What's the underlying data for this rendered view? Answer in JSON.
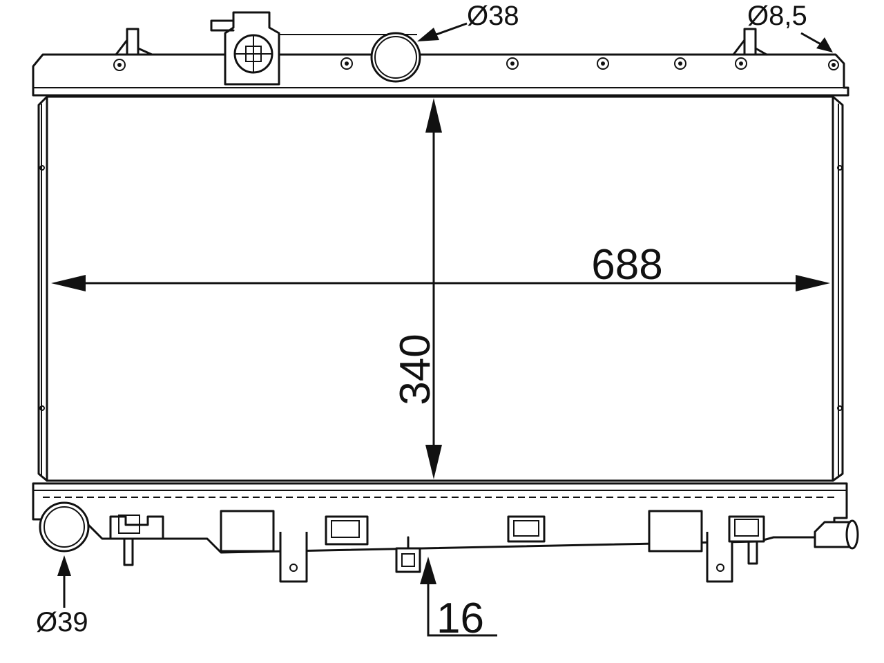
{
  "dimensions": {
    "width": "688",
    "height": "340",
    "filler_neck_diameter": "Ø38",
    "top_hole_diameter": "Ø8,5",
    "outlet_diameter": "Ø39",
    "drain_size": "16"
  }
}
